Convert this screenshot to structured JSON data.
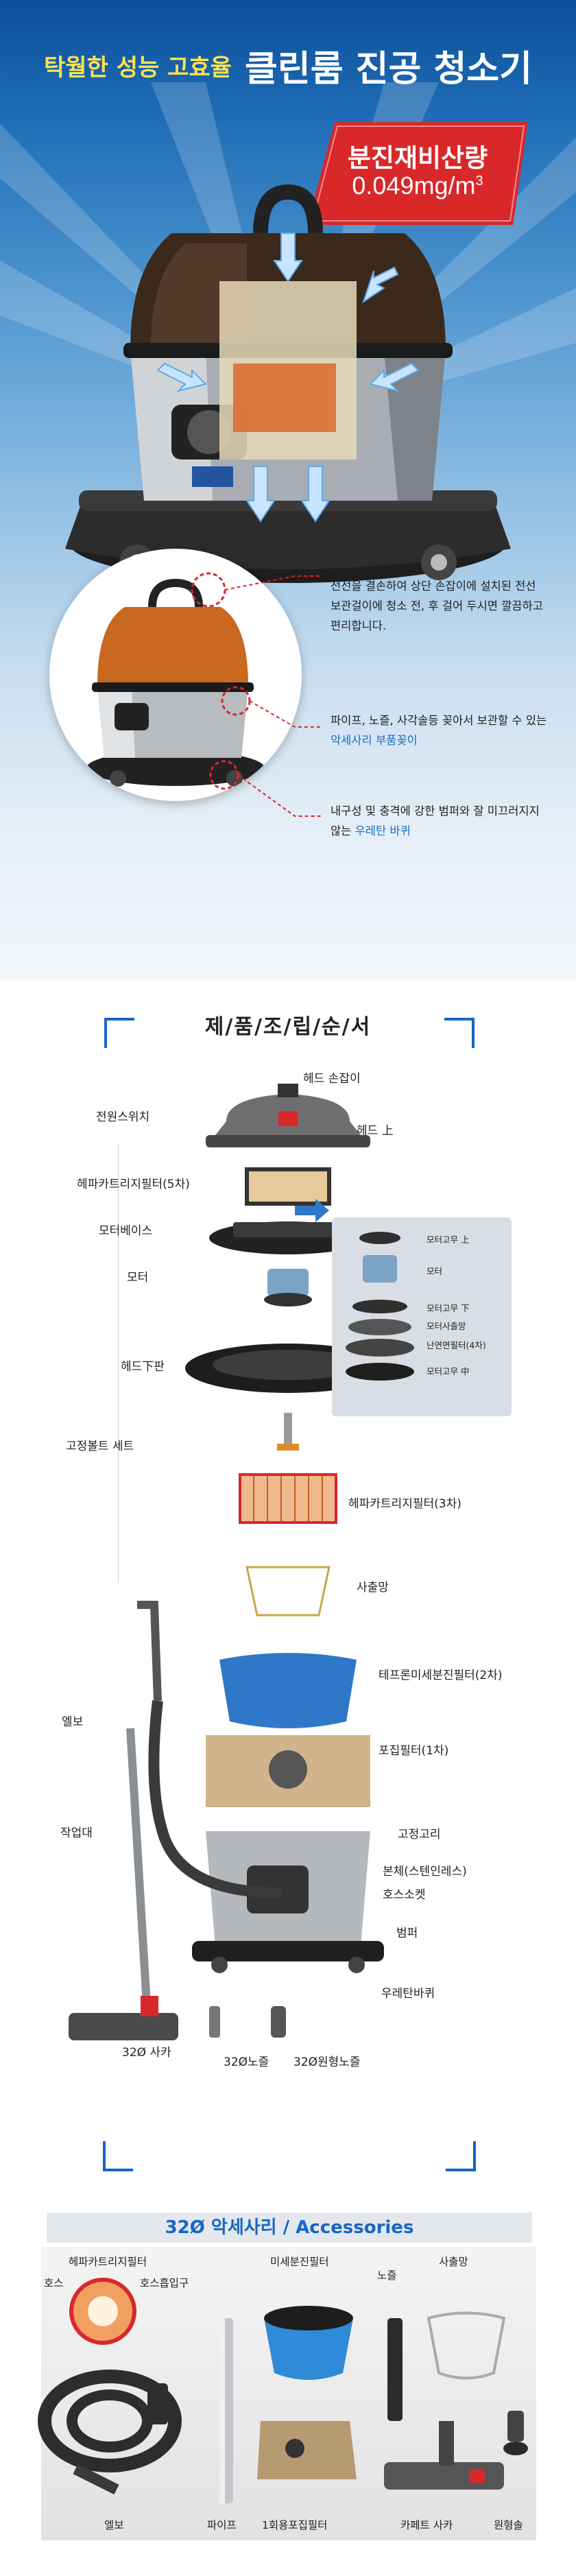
{
  "hero": {
    "subtitle": "탁월한 성능 고효율",
    "title": "클린룸 진공 청소기",
    "badge": {
      "line1": "분진재비산량",
      "line2_value": "0.049mg/m",
      "line2_sup": "3"
    },
    "callouts": [
      {
        "text": "전선을 결손하여 상단 손잡이에 설치된 전선 보관걸이에 청소 전, 후 걸어 두시면 깔끔하고 편리합니다."
      },
      {
        "text": "파이프, 노즐, 사각솔등 꽂아서 보관할 수 있는",
        "highlight": "악세사리 부품꽂이"
      },
      {
        "text": "내구성 및 충격에 강한 범퍼와 잘 미끄러지지 않는",
        "highlight": "우레탄 바퀴"
      }
    ]
  },
  "assembly": {
    "title": "제/품/조/립/순/서",
    "parts": {
      "head_handle": "헤드 손잡이",
      "power_switch": "전원스위치",
      "head_top": "헤드 上",
      "hepa_5": "헤파카트리지필터(5차)",
      "motor_base": "모터베이스",
      "motor": "모터",
      "head_bottom": "헤드下판",
      "fixing_bolt": "고정볼트 세트",
      "hepa_3": "헤파카트리지필터(3차)",
      "exhaust_net": "사출망",
      "teflon_filter": "테프론미세분진필터(2차)",
      "collection_filter": "포집필터(1차)",
      "elbow": "엘보",
      "work_stand": "작업대",
      "fixing_ring": "고정고리",
      "body": "본체(스텐인레스)",
      "hose_socket": "호스소켓",
      "bumper": "범퍼",
      "urethane_wheel": "우레탄바퀴",
      "carpet_32": "32Ø 사카",
      "nozzle_32": "32Ø노즐",
      "round_nozzle_32": "32Ø원형노즐"
    },
    "motor_detail": [
      "모터고무 上",
      "모터",
      "모터고무 下",
      "모터사출망",
      "난연면필터(4차)",
      "모터고무 中"
    ]
  },
  "accessories": {
    "title": "32Ø 악세사리 / Accessories",
    "items": {
      "hepa_filter": "헤파카트리지필터",
      "hose": "호스",
      "hose_inlet": "호스흡입구",
      "fine_filter": "미세분진필터",
      "nozzle": "노즐",
      "exhaust_net": "사출망",
      "elbow": "엘보",
      "pipe": "파이프",
      "disposable_filter": "1회용포집필터",
      "carpet": "카페트 사카",
      "round_brush": "원형솔"
    }
  },
  "colors": {
    "brand_blue": "#1666c4",
    "highlight_yellow": "#ffe14f",
    "badge_red": "#d8282a"
  }
}
